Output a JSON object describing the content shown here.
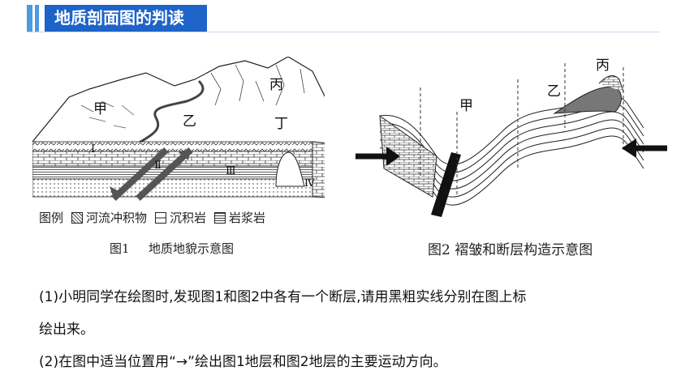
{
  "header": {
    "title": "地质剖面图的判读"
  },
  "figure1": {
    "labels": {
      "jia": "甲",
      "yi": "乙",
      "bing": "丙",
      "ding": "丁",
      "roman1": "Ⅰ",
      "roman2": "Ⅱ",
      "roman3": "Ⅲ",
      "roman4": "Ⅳ"
    },
    "legend": {
      "title": "图例",
      "item1": "河流冲积物",
      "item2": "沉积岩",
      "item3": "岩浆岩"
    },
    "caption_num": "图1",
    "caption_text": "地质地貌示意图"
  },
  "figure2": {
    "labels": {
      "jia": "甲",
      "yi": "乙",
      "bing": "丙"
    },
    "caption": "图2 褶皱和断层构造示意图"
  },
  "questions": {
    "q1_line1": "(1)小明同学在绘图时,发现图1和图2中各有一个断层,请用黑粗实线分别在图上标",
    "q1_line2": "绘出来。",
    "q2": "(2)在图中适当位置用“→”绘出图1地层和图2地层的主要运动方向。"
  }
}
